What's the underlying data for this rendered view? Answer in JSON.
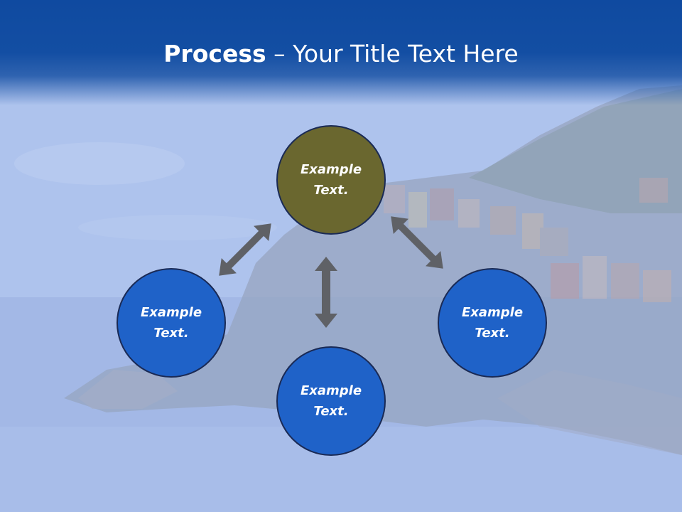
{
  "slide": {
    "title_bold": "Process",
    "title_rest": " – Your Title Text Here"
  },
  "nodes": [
    {
      "id": "top",
      "text": "Example Text.",
      "color": "#6a672f"
    },
    {
      "id": "left",
      "text": "Example Text.",
      "color": "#1f62c8"
    },
    {
      "id": "bottom",
      "text": "Example Text.",
      "color": "#1f62c8"
    },
    {
      "id": "right",
      "text": "Example Text.",
      "color": "#1f62c8"
    }
  ],
  "colors": {
    "header_blue": "#134ea3",
    "arrow_gray": "#5f6166",
    "node_border": "#1a2a55"
  }
}
